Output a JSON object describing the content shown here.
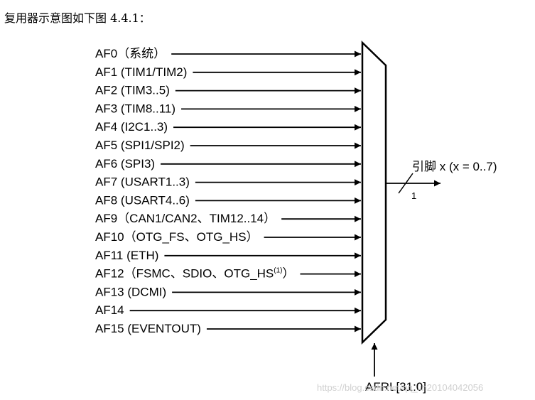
{
  "caption": "复用器示意图如下图 4.4.1：",
  "inputs": [
    {
      "name": "AF0",
      "suffix": "（系统）",
      "sup": ""
    },
    {
      "name": "AF1",
      "suffix": " (TIM1/TIM2)",
      "sup": ""
    },
    {
      "name": "AF2",
      "suffix": " (TIM3..5)",
      "sup": ""
    },
    {
      "name": "AF3",
      "suffix": " (TIM8..11)",
      "sup": ""
    },
    {
      "name": "AF4",
      "suffix": " (I2C1..3)",
      "sup": ""
    },
    {
      "name": "AF5",
      "suffix": " (SPI1/SPI2)",
      "sup": ""
    },
    {
      "name": "AF6",
      "suffix": " (SPI3)",
      "sup": ""
    },
    {
      "name": "AF7",
      "suffix": " (USART1..3)",
      "sup": ""
    },
    {
      "name": "AF8",
      "suffix": " (USART4..6)",
      "sup": ""
    },
    {
      "name": "AF9",
      "suffix": "（CAN1/CAN2、TIM12..14）",
      "sup": ""
    },
    {
      "name": "AF10",
      "suffix": "（OTG_FS、OTG_HS）",
      "sup": ""
    },
    {
      "name": "AF11",
      "suffix": " (ETH)",
      "sup": ""
    },
    {
      "name": "AF12",
      "suffix": "（FSMC、SDIO、OTG_HS",
      "sup": "(1)",
      "close": "）"
    },
    {
      "name": "AF13",
      "suffix": " (DCMI)",
      "sup": ""
    },
    {
      "name": "AF14",
      "suffix": "",
      "sup": ""
    },
    {
      "name": "AF15",
      "suffix": " (EVENTOUT)",
      "sup": ""
    }
  ],
  "output": {
    "label": "引脚 x (x = 0..7)",
    "bus_width": "1"
  },
  "select": {
    "label": "AFRL[31:0]"
  },
  "watermark": "https://blog.csdn.net/qq_lin20104042056"
}
